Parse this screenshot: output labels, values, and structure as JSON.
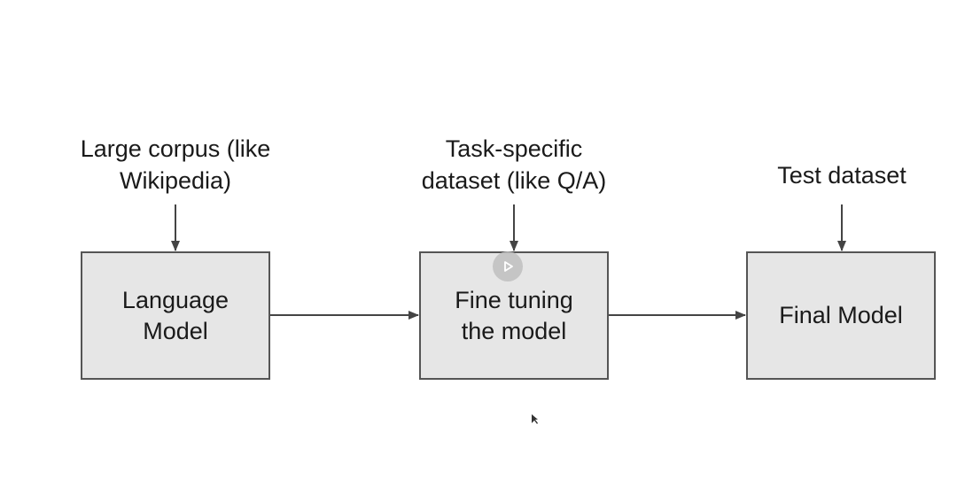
{
  "inputs": {
    "corpus": {
      "line1": "Large corpus (like",
      "line2": "Wikipedia)"
    },
    "task": {
      "line1": "Task-specific",
      "line2": "dataset (like Q/A)"
    },
    "test": {
      "line1": "Test dataset"
    }
  },
  "boxes": {
    "language_model": {
      "line1": "Language",
      "line2": "Model"
    },
    "fine_tuning": {
      "line1": "Fine tuning",
      "line2": "the model"
    },
    "final_model": {
      "line1": "Final Model"
    }
  },
  "colors": {
    "box_fill": "#e6e6e6",
    "box_border": "#555555",
    "arrow": "#444444",
    "text": "#1a1a1a"
  },
  "overlay": {
    "play_icon": "play-icon",
    "cursor_icon": "cursor-icon"
  }
}
